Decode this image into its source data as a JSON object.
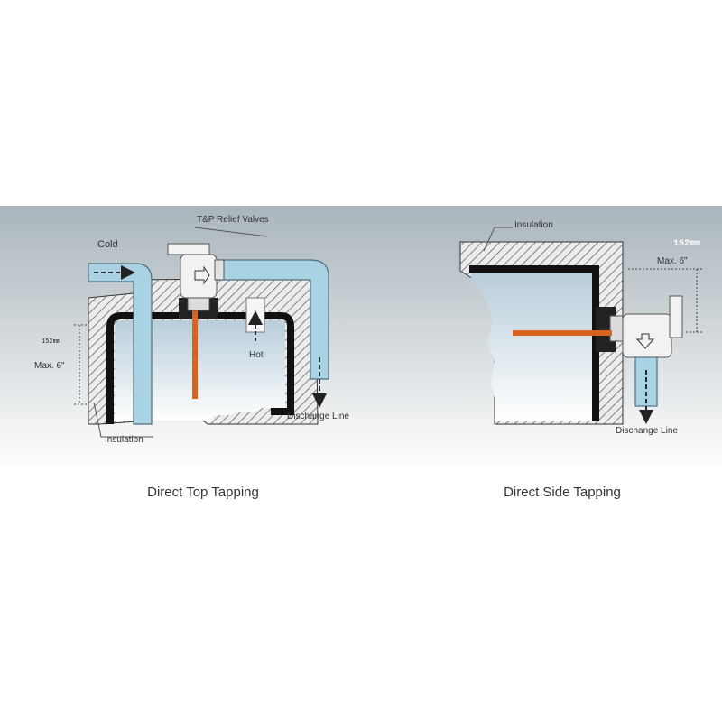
{
  "colors": {
    "panel_top": "#a9b5bc",
    "panel_bottom": "#ffffff",
    "pipe": "#a9d2e3",
    "pipe_stroke": "#4f6f80",
    "water_top": "#b8cdda",
    "water_bottom": "#ffffff",
    "probe": "#d7631f",
    "tank_wall": "#111111",
    "valve": "#f2f2f2"
  },
  "left_diagram": {
    "caption": "Direct Top Tapping",
    "labels": {
      "valves": "T&P Relief Valves",
      "cold": "Cold",
      "hot": "Hot",
      "dim_small": "152mm",
      "max": "Max. 6\"",
      "discharge": "Dischange Line",
      "insulation": "Insulation"
    }
  },
  "right_diagram": {
    "caption": "Direct Side Tapping",
    "labels": {
      "insulation": "Insulation",
      "dim_small": "152mm",
      "max": "Max. 6\"",
      "discharge": "Dischange Line"
    }
  }
}
